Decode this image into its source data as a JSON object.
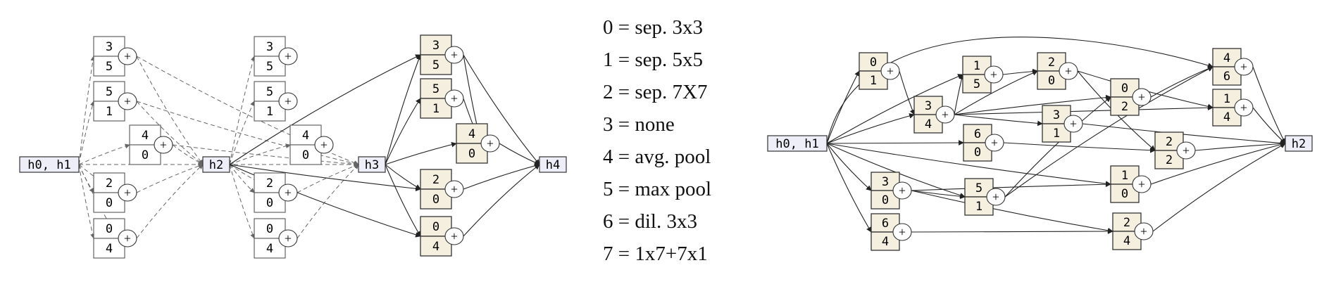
{
  "diagrams": [
    {
      "nodes": [
        {
          "id": "h01a",
          "label": "h0, h1"
        },
        {
          "id": "h2a",
          "label": "h2"
        },
        {
          "id": "h3a",
          "label": "h3"
        },
        {
          "id": "h4a",
          "label": "h4"
        }
      ],
      "ops": [
        {
          "top": "3",
          "bottom": "5",
          "style": "plain"
        },
        {
          "top": "5",
          "bottom": "1",
          "style": "plain"
        },
        {
          "top": "4",
          "bottom": "0",
          "style": "plain"
        },
        {
          "top": "2",
          "bottom": "0",
          "style": "plain"
        },
        {
          "top": "0",
          "bottom": "4",
          "style": "plain"
        },
        {
          "top": "3",
          "bottom": "5",
          "style": "plain"
        },
        {
          "top": "5",
          "bottom": "1",
          "style": "plain"
        },
        {
          "top": "4",
          "bottom": "0",
          "style": "plain"
        },
        {
          "top": "2",
          "bottom": "0",
          "style": "plain"
        },
        {
          "top": "0",
          "bottom": "4",
          "style": "plain"
        },
        {
          "top": "3",
          "bottom": "5",
          "style": "tan"
        },
        {
          "top": "5",
          "bottom": "1",
          "style": "tan"
        },
        {
          "top": "4",
          "bottom": "0",
          "style": "tan"
        },
        {
          "top": "2",
          "bottom": "0",
          "style": "tan"
        },
        {
          "top": "0",
          "bottom": "4",
          "style": "tan"
        }
      ]
    },
    {
      "nodes": [
        {
          "id": "h01b",
          "label": "h0, h1"
        },
        {
          "id": "h2b",
          "label": "h2"
        }
      ],
      "ops": [
        {
          "top": "0",
          "bottom": "1",
          "style": "tan"
        },
        {
          "top": "3",
          "bottom": "4",
          "style": "tan"
        },
        {
          "top": "1",
          "bottom": "5",
          "style": "tan"
        },
        {
          "top": "2",
          "bottom": "0",
          "style": "tan"
        },
        {
          "top": "6",
          "bottom": "0",
          "style": "tan"
        },
        {
          "top": "3",
          "bottom": "1",
          "style": "tan"
        },
        {
          "top": "0",
          "bottom": "2",
          "style": "tan"
        },
        {
          "top": "4",
          "bottom": "6",
          "style": "tan"
        },
        {
          "top": "1",
          "bottom": "4",
          "style": "tan"
        },
        {
          "top": "2",
          "bottom": "2",
          "style": "tan"
        },
        {
          "top": "3",
          "bottom": "0",
          "style": "tan"
        },
        {
          "top": "5",
          "bottom": "1",
          "style": "tan"
        },
        {
          "top": "1",
          "bottom": "0",
          "style": "tan"
        },
        {
          "top": "6",
          "bottom": "4",
          "style": "tan"
        },
        {
          "top": "2",
          "bottom": "4",
          "style": "tan"
        }
      ]
    }
  ],
  "plus_symbol": "+",
  "legend": [
    "0 = sep. 3x3",
    "1 = sep. 5x5",
    "2 = sep. 7X7",
    "3 = none",
    "4 = avg. pool",
    "5 = max pool",
    "6 = dil. 3x3",
    "7 = 1x7+7x1"
  ],
  "colors": {
    "node_fill": "#eeeef8",
    "op_tan_fill": "#f4efdf",
    "op_plain_fill": "#ffffff",
    "edge": "#222222",
    "edge_dashed": "#666666"
  }
}
